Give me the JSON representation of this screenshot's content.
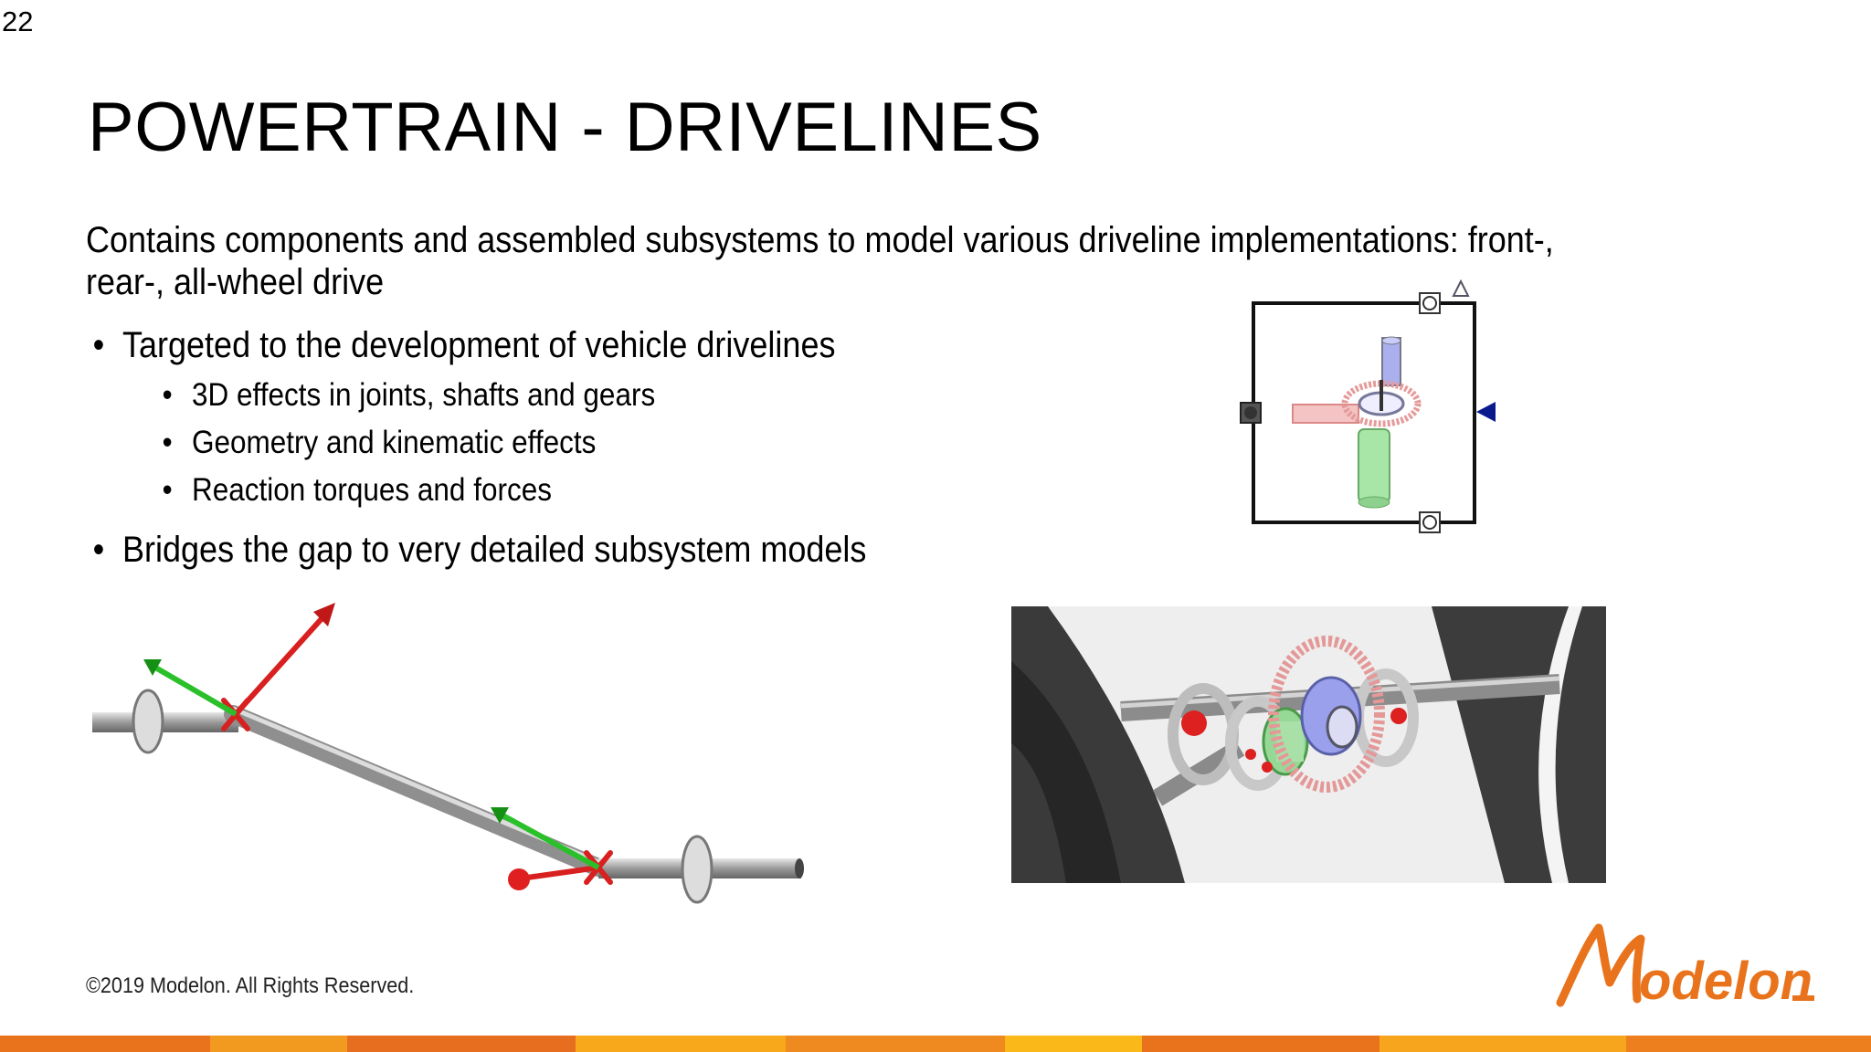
{
  "page_number": "22",
  "title": "POWERTRAIN - DRIVELINES",
  "intro": "Contains components and assembled subsystems to model various driveline implementations: front-, rear-, all-wheel drive",
  "bullets": [
    {
      "text": "Targeted to the development of vehicle drivelines",
      "sub": [
        "3D effects in joints, shafts and gears",
        "Geometry and kinematic effects",
        "Reaction torques and forces"
      ]
    },
    {
      "text": "Bridges the gap to very detailed subsystem models"
    }
  ],
  "footer": {
    "copyright": "©2019 Modelon. All Rights Reserved."
  },
  "logo": {
    "text": "Modelon"
  },
  "colors": {
    "brand_orange": "#e8731c",
    "footer_segments": [
      "#e8731c",
      "#f29a1f",
      "#e66e1e",
      "#f7a81b",
      "#ee8a1f",
      "#fbb919",
      "#e8731c",
      "#f6a51c",
      "#ed7f1e"
    ]
  }
}
